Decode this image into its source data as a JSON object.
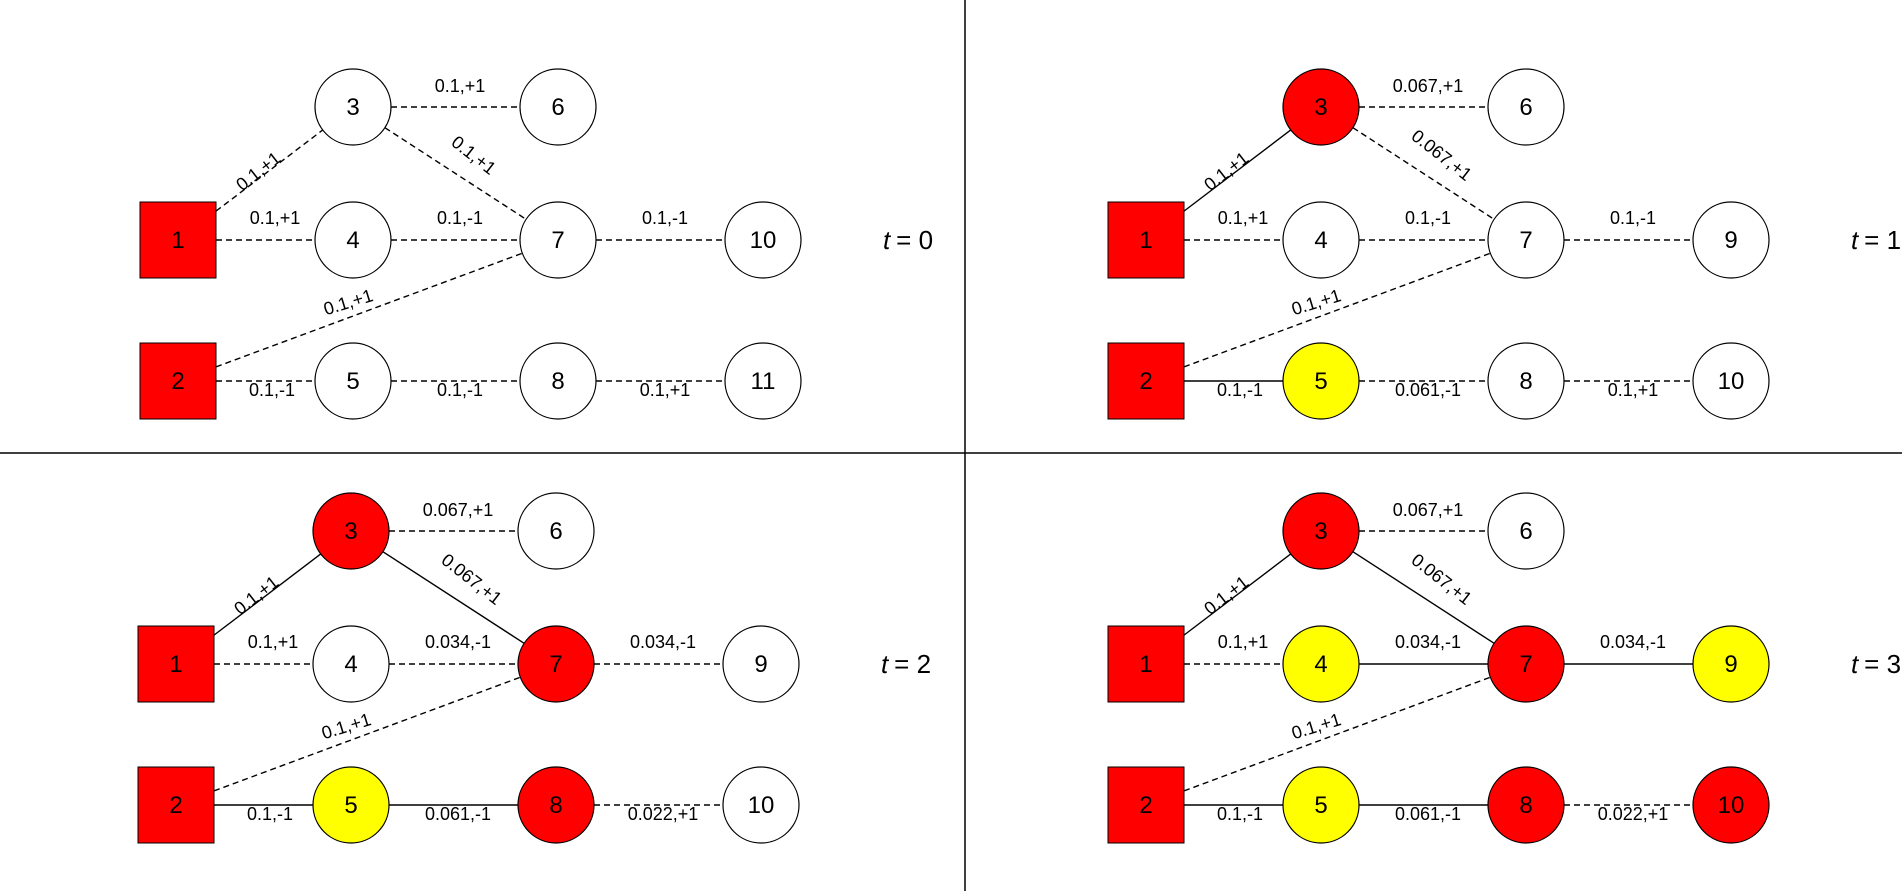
{
  "colors": {
    "seed": "#ff0000",
    "activated": "#ff0000",
    "influenced": "#ffff00",
    "inactive": "#ffffff",
    "stroke": "#000000"
  },
  "panels": [
    {
      "time_var": "t",
      "time_value": "= 0",
      "nodes": [
        {
          "id": "n1",
          "label": "1",
          "shape": "square",
          "state": "seed"
        },
        {
          "id": "n2",
          "label": "2",
          "shape": "square",
          "state": "seed"
        },
        {
          "id": "n3",
          "label": "3",
          "shape": "circle",
          "state": "inactive"
        },
        {
          "id": "n4",
          "label": "4",
          "shape": "circle",
          "state": "inactive"
        },
        {
          "id": "n5",
          "label": "5",
          "shape": "circle",
          "state": "inactive"
        },
        {
          "id": "n6",
          "label": "6",
          "shape": "circle",
          "state": "inactive"
        },
        {
          "id": "n7",
          "label": "7",
          "shape": "circle",
          "state": "inactive"
        },
        {
          "id": "n8",
          "label": "8",
          "shape": "circle",
          "state": "inactive"
        },
        {
          "id": "n9",
          "label": "10",
          "shape": "circle",
          "state": "inactive"
        },
        {
          "id": "n10",
          "label": "11",
          "shape": "circle",
          "state": "inactive"
        }
      ],
      "edges": [
        {
          "from": "n1",
          "to": "n3",
          "label": "0.1,+1",
          "style": "dashed"
        },
        {
          "from": "n1",
          "to": "n4",
          "label": "0.1,+1",
          "style": "dashed"
        },
        {
          "from": "n2",
          "to": "n7",
          "label": "0.1,+1",
          "style": "dashed"
        },
        {
          "from": "n2",
          "to": "n5",
          "label": "0.1,-1",
          "style": "dashed"
        },
        {
          "from": "n3",
          "to": "n6",
          "label": "0.1,+1",
          "style": "dashed"
        },
        {
          "from": "n3",
          "to": "n7",
          "label": "0.1,+1",
          "style": "dashed"
        },
        {
          "from": "n4",
          "to": "n7",
          "label": "0.1,-1",
          "style": "dashed"
        },
        {
          "from": "n5",
          "to": "n8",
          "label": "0.1,-1",
          "style": "dashed"
        },
        {
          "from": "n7",
          "to": "n9",
          "label": "0.1,-1",
          "style": "dashed"
        },
        {
          "from": "n8",
          "to": "n10",
          "label": "0.1,+1",
          "style": "dashed"
        }
      ]
    },
    {
      "time_var": "t",
      "time_value": "= 1",
      "nodes": [
        {
          "id": "n1",
          "label": "1",
          "shape": "square",
          "state": "seed"
        },
        {
          "id": "n2",
          "label": "2",
          "shape": "square",
          "state": "seed"
        },
        {
          "id": "n3",
          "label": "3",
          "shape": "circle",
          "state": "activated"
        },
        {
          "id": "n4",
          "label": "4",
          "shape": "circle",
          "state": "inactive"
        },
        {
          "id": "n5",
          "label": "5",
          "shape": "circle",
          "state": "influenced"
        },
        {
          "id": "n6",
          "label": "6",
          "shape": "circle",
          "state": "inactive"
        },
        {
          "id": "n7",
          "label": "7",
          "shape": "circle",
          "state": "inactive"
        },
        {
          "id": "n8",
          "label": "8",
          "shape": "circle",
          "state": "inactive"
        },
        {
          "id": "n9",
          "label": "9",
          "shape": "circle",
          "state": "inactive"
        },
        {
          "id": "n10",
          "label": "10",
          "shape": "circle",
          "state": "inactive"
        }
      ],
      "edges": [
        {
          "from": "n1",
          "to": "n3",
          "label": "0.1,+1",
          "style": "solid"
        },
        {
          "from": "n1",
          "to": "n4",
          "label": "0.1,+1",
          "style": "dashed"
        },
        {
          "from": "n2",
          "to": "n7",
          "label": "0.1,+1",
          "style": "dashed"
        },
        {
          "from": "n2",
          "to": "n5",
          "label": "0.1,-1",
          "style": "solid"
        },
        {
          "from": "n3",
          "to": "n6",
          "label": "0.067,+1",
          "style": "dashed"
        },
        {
          "from": "n3",
          "to": "n7",
          "label": "0.067,+1",
          "style": "dashed"
        },
        {
          "from": "n4",
          "to": "n7",
          "label": "0.1,-1",
          "style": "dashed"
        },
        {
          "from": "n5",
          "to": "n8",
          "label": "0.061,-1",
          "style": "dashed"
        },
        {
          "from": "n7",
          "to": "n9",
          "label": "0.1,-1",
          "style": "dashed"
        },
        {
          "from": "n8",
          "to": "n10",
          "label": "0.1,+1",
          "style": "dashed"
        }
      ]
    },
    {
      "time_var": "t",
      "time_value": "= 2",
      "nodes": [
        {
          "id": "n1",
          "label": "1",
          "shape": "square",
          "state": "seed"
        },
        {
          "id": "n2",
          "label": "2",
          "shape": "square",
          "state": "seed"
        },
        {
          "id": "n3",
          "label": "3",
          "shape": "circle",
          "state": "activated"
        },
        {
          "id": "n4",
          "label": "4",
          "shape": "circle",
          "state": "inactive"
        },
        {
          "id": "n5",
          "label": "5",
          "shape": "circle",
          "state": "influenced"
        },
        {
          "id": "n6",
          "label": "6",
          "shape": "circle",
          "state": "inactive"
        },
        {
          "id": "n7",
          "label": "7",
          "shape": "circle",
          "state": "activated"
        },
        {
          "id": "n8",
          "label": "8",
          "shape": "circle",
          "state": "activated"
        },
        {
          "id": "n9",
          "label": "9",
          "shape": "circle",
          "state": "inactive"
        },
        {
          "id": "n10",
          "label": "10",
          "shape": "circle",
          "state": "inactive"
        }
      ],
      "edges": [
        {
          "from": "n1",
          "to": "n3",
          "label": "0.1,+1",
          "style": "solid"
        },
        {
          "from": "n1",
          "to": "n4",
          "label": "0.1,+1",
          "style": "dashed"
        },
        {
          "from": "n2",
          "to": "n7",
          "label": "0.1,+1",
          "style": "dashed"
        },
        {
          "from": "n2",
          "to": "n5",
          "label": "0.1,-1",
          "style": "solid"
        },
        {
          "from": "n3",
          "to": "n6",
          "label": "0.067,+1",
          "style": "dashed"
        },
        {
          "from": "n3",
          "to": "n7",
          "label": "0.067,+1",
          "style": "solid"
        },
        {
          "from": "n4",
          "to": "n7",
          "label": "0.034,-1",
          "style": "dashed"
        },
        {
          "from": "n5",
          "to": "n8",
          "label": "0.061,-1",
          "style": "solid"
        },
        {
          "from": "n7",
          "to": "n9",
          "label": "0.034,-1",
          "style": "dashed"
        },
        {
          "from": "n8",
          "to": "n10",
          "label": "0.022,+1",
          "style": "dashed"
        }
      ]
    },
    {
      "time_var": "t",
      "time_value": "= 3",
      "nodes": [
        {
          "id": "n1",
          "label": "1",
          "shape": "square",
          "state": "seed"
        },
        {
          "id": "n2",
          "label": "2",
          "shape": "square",
          "state": "seed"
        },
        {
          "id": "n3",
          "label": "3",
          "shape": "circle",
          "state": "activated"
        },
        {
          "id": "n4",
          "label": "4",
          "shape": "circle",
          "state": "influenced"
        },
        {
          "id": "n5",
          "label": "5",
          "shape": "circle",
          "state": "influenced"
        },
        {
          "id": "n6",
          "label": "6",
          "shape": "circle",
          "state": "inactive"
        },
        {
          "id": "n7",
          "label": "7",
          "shape": "circle",
          "state": "activated"
        },
        {
          "id": "n8",
          "label": "8",
          "shape": "circle",
          "state": "activated"
        },
        {
          "id": "n9",
          "label": "9",
          "shape": "circle",
          "state": "influenced"
        },
        {
          "id": "n10",
          "label": "10",
          "shape": "circle",
          "state": "activated"
        }
      ],
      "edges": [
        {
          "from": "n1",
          "to": "n3",
          "label": "0.1,+1",
          "style": "solid"
        },
        {
          "from": "n1",
          "to": "n4",
          "label": "0.1,+1",
          "style": "dashed"
        },
        {
          "from": "n2",
          "to": "n7",
          "label": "0.1,+1",
          "style": "dashed"
        },
        {
          "from": "n2",
          "to": "n5",
          "label": "0.1,-1",
          "style": "solid"
        },
        {
          "from": "n3",
          "to": "n6",
          "label": "0.067,+1",
          "style": "dashed"
        },
        {
          "from": "n3",
          "to": "n7",
          "label": "0.067,+1",
          "style": "solid"
        },
        {
          "from": "n4",
          "to": "n7",
          "label": "0.034,-1",
          "style": "solid"
        },
        {
          "from": "n5",
          "to": "n8",
          "label": "0.061,-1",
          "style": "solid"
        },
        {
          "from": "n7",
          "to": "n9",
          "label": "0.034,-1",
          "style": "solid"
        },
        {
          "from": "n8",
          "to": "n10",
          "label": "0.022,+1",
          "style": "dashed"
        }
      ]
    }
  ]
}
